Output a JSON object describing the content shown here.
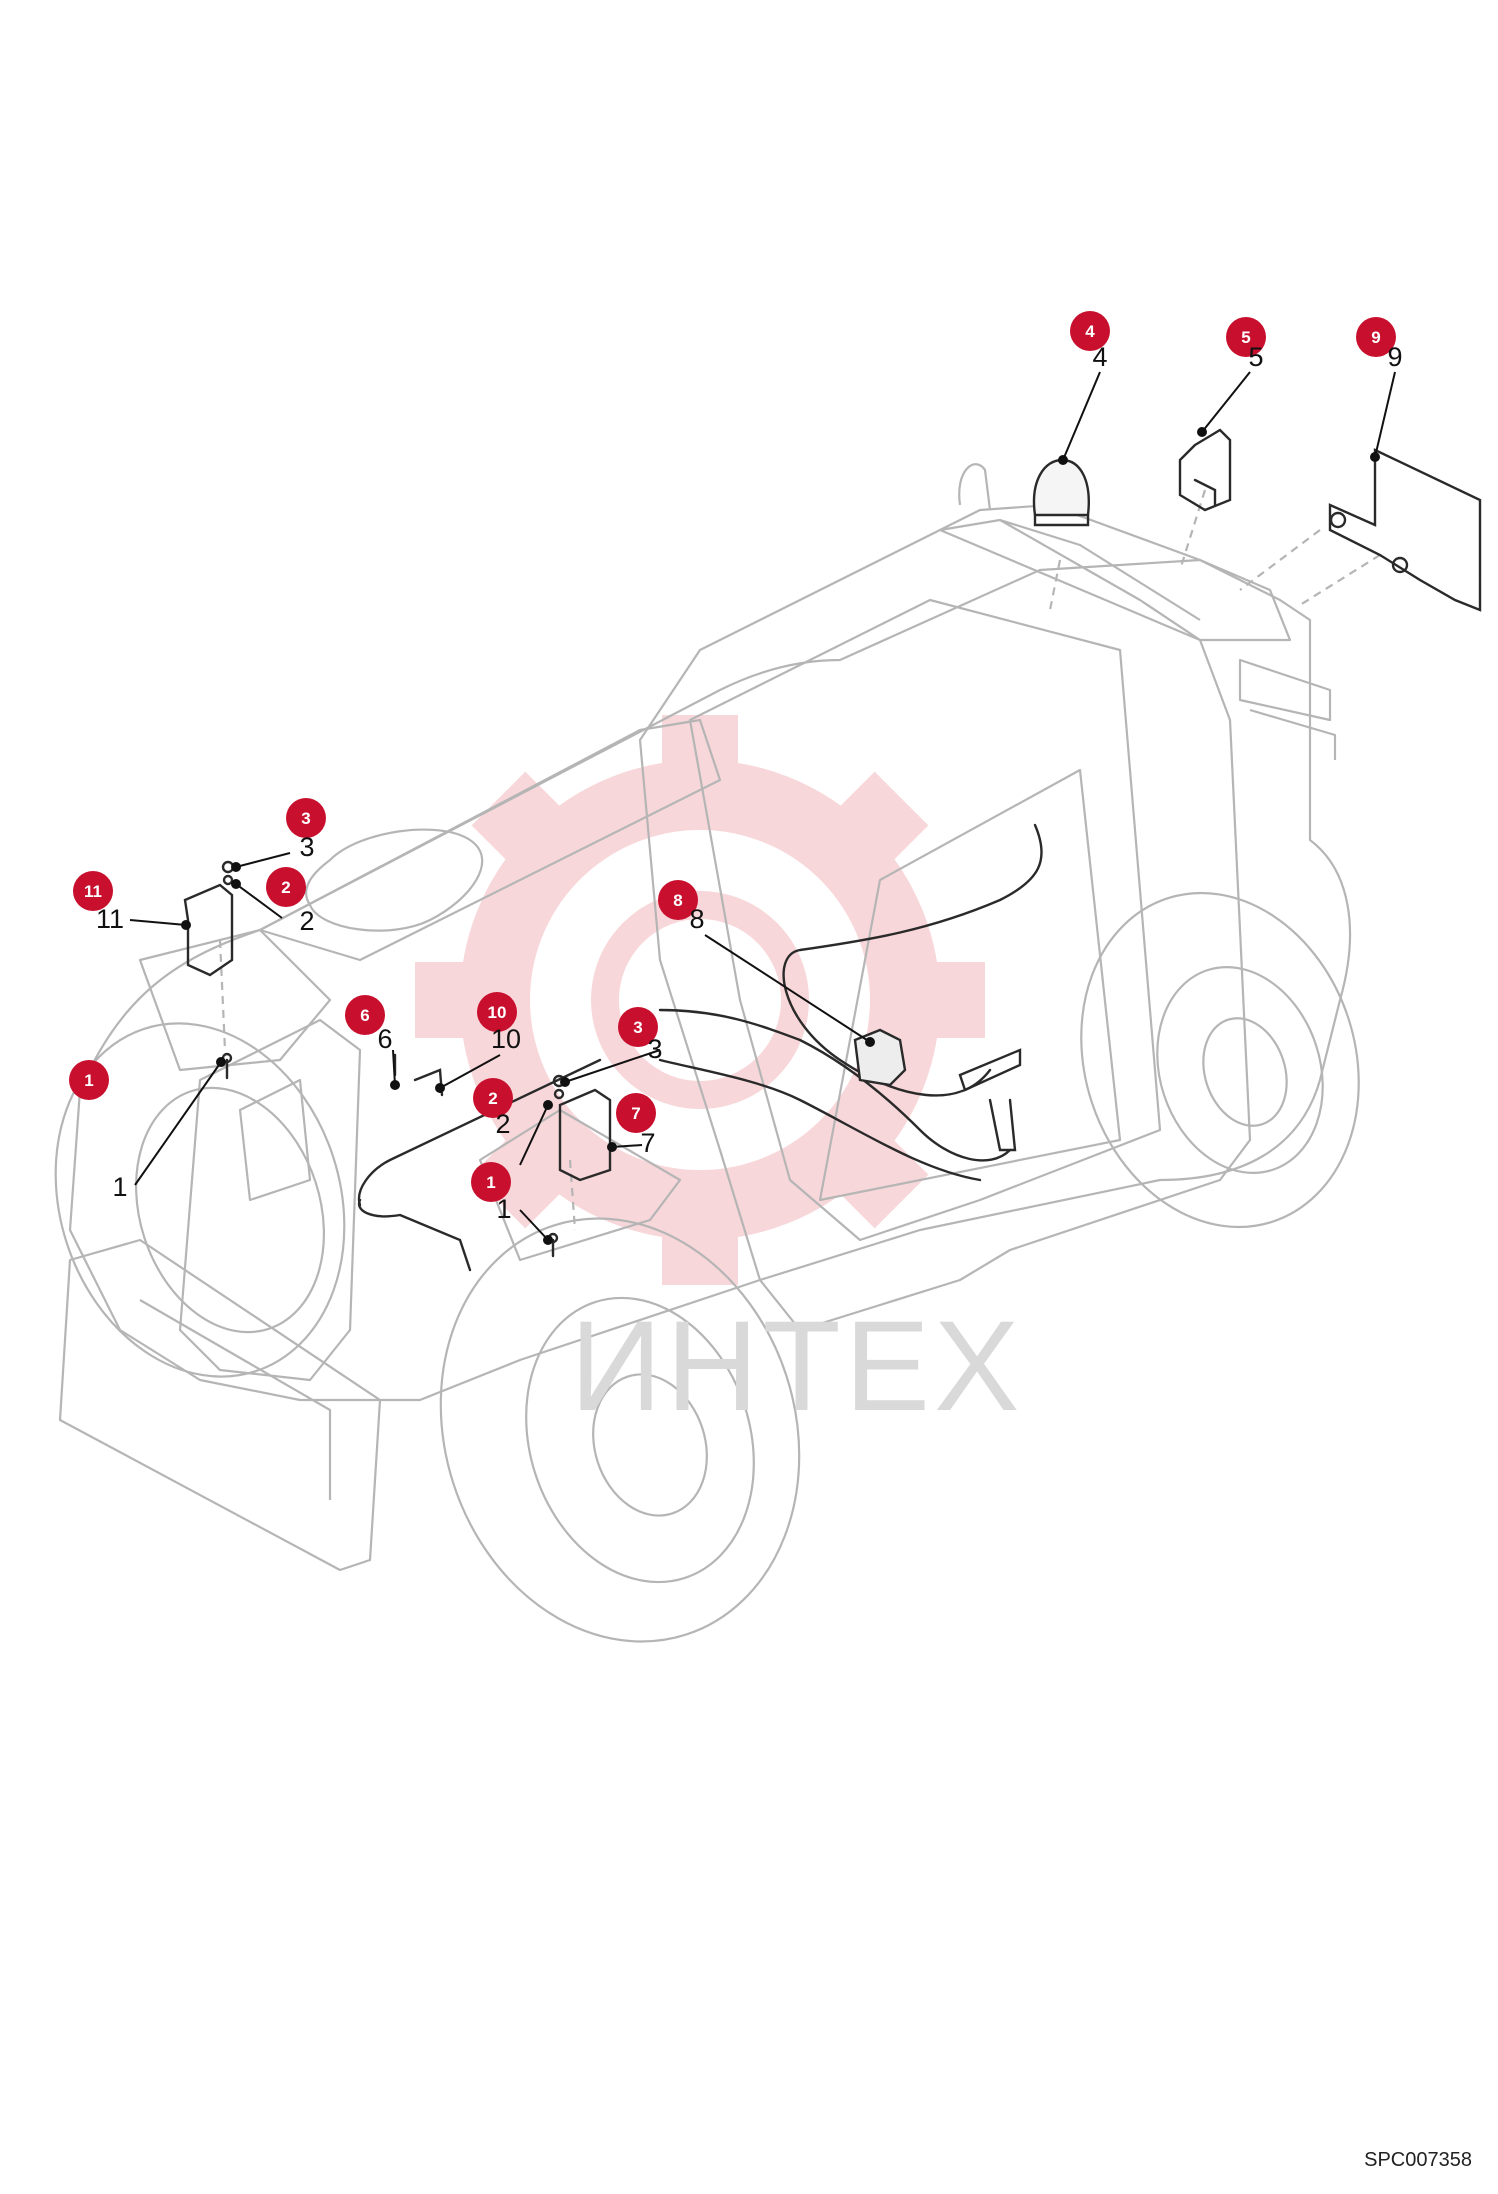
{
  "watermark": "ИНТЕХ",
  "reference_code": "SPC007358",
  "colors": {
    "callout": "#c8102e",
    "outline": "#b5b5b5",
    "linework": "#2a2a2a",
    "gear": "#f4b8bd"
  },
  "callouts": [
    {
      "id": "c4",
      "number": "4",
      "part": "4"
    },
    {
      "id": "c5",
      "number": "5",
      "part": "5"
    },
    {
      "id": "c9",
      "number": "9",
      "part": "9"
    },
    {
      "id": "c3a",
      "number": "3",
      "part": "3"
    },
    {
      "id": "c2a",
      "number": "2",
      "part": "2"
    },
    {
      "id": "c11",
      "number": "11",
      "part": "11"
    },
    {
      "id": "c8",
      "number": "8",
      "part": "8"
    },
    {
      "id": "c6",
      "number": "6",
      "part": "6"
    },
    {
      "id": "c10",
      "number": "10",
      "part": "10"
    },
    {
      "id": "c3b",
      "number": "3",
      "part": "3"
    },
    {
      "id": "c1a",
      "number": "1",
      "part": "1"
    },
    {
      "id": "c2b",
      "number": "2",
      "part": "2"
    },
    {
      "id": "c7",
      "number": "7",
      "part": "7"
    },
    {
      "id": "c1b",
      "number": "1",
      "part": "1"
    }
  ]
}
